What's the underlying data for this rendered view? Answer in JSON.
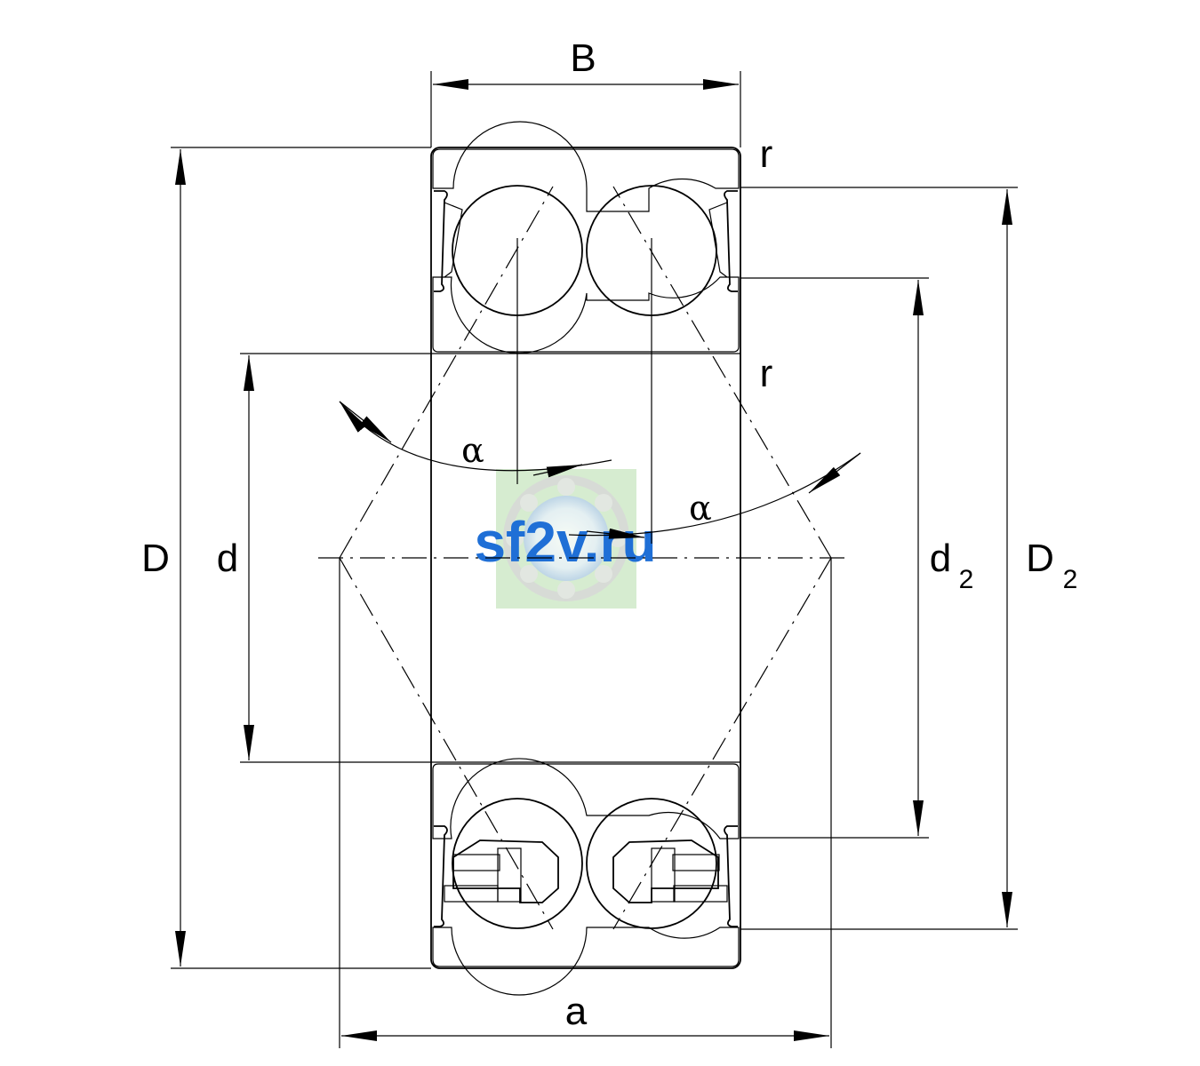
{
  "labels": {
    "B": "B",
    "D": "D",
    "d": "d",
    "d2_main": "d",
    "d2_sub": "2",
    "D2_main": "D",
    "D2_sub": "2",
    "a": "a",
    "r_top": "r",
    "r_mid": "r",
    "alpha_left": "α",
    "alpha_right": "α"
  },
  "watermark": {
    "text": "sf2v.ru",
    "color": "#1f6fd6",
    "bg_color": "#c8e6c0"
  },
  "icons": {
    "watermark_logo": "bearing-logo-icon"
  }
}
